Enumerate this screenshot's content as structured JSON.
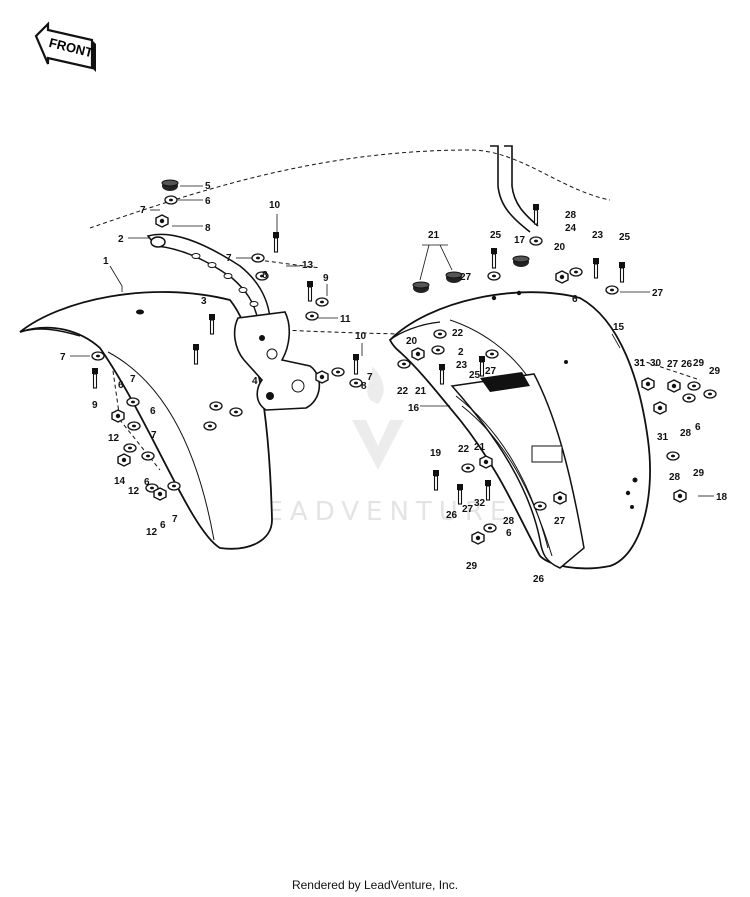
{
  "front_badge": {
    "label": "FRONT"
  },
  "watermark": {
    "text": "LEADVENTURE"
  },
  "footer": {
    "text": "Rendered by LeadVenture, Inc."
  },
  "callouts": {
    "l5": "5",
    "l6a": "6",
    "l7a": "7",
    "l8a": "8",
    "l2a": "2",
    "l1": "1",
    "l10a": "10",
    "l7b": "7",
    "l8b": "8",
    "l13": "13",
    "l9a": "9",
    "l3": "3",
    "l11": "11",
    "l10b": "10",
    "l7c": "7",
    "l4": "4",
    "l8c": "8",
    "l7d": "7",
    "l9b": "9",
    "l7e": "7",
    "l6b": "6",
    "l6c": "6",
    "l12a": "12",
    "l7f": "7",
    "l14": "14",
    "l12b": "12",
    "l6d": "6",
    "l12c": "12",
    "l6e": "6",
    "l7g": "7",
    "l21a": "21",
    "l25a": "25",
    "l28a": "28",
    "l24": "24",
    "l17": "17",
    "l27a": "27",
    "l20a": "20",
    "l23a": "23",
    "l25b": "25",
    "l6f": "6",
    "l27b": "27",
    "l15": "15",
    "l20b": "20",
    "l22a": "22",
    "l2b": "2",
    "l23b": "23",
    "l25c": "25",
    "l27c": "27",
    "l22b": "22",
    "l21b": "21",
    "l16": "16",
    "l30": "30",
    "l31a": "31",
    "l27d": "27",
    "l26a": "26",
    "l29a": "29",
    "l29b": "29",
    "l28b": "28",
    "l6g": "6",
    "l31b": "31",
    "l28c": "28",
    "l29c": "29",
    "l18": "18",
    "l19": "19",
    "l22c": "22",
    "l21c": "21",
    "l27e": "27",
    "l32": "32",
    "l26b": "26",
    "l28d": "28",
    "l27f": "27",
    "l6h": "6",
    "l29d": "29",
    "l26c": "26"
  }
}
